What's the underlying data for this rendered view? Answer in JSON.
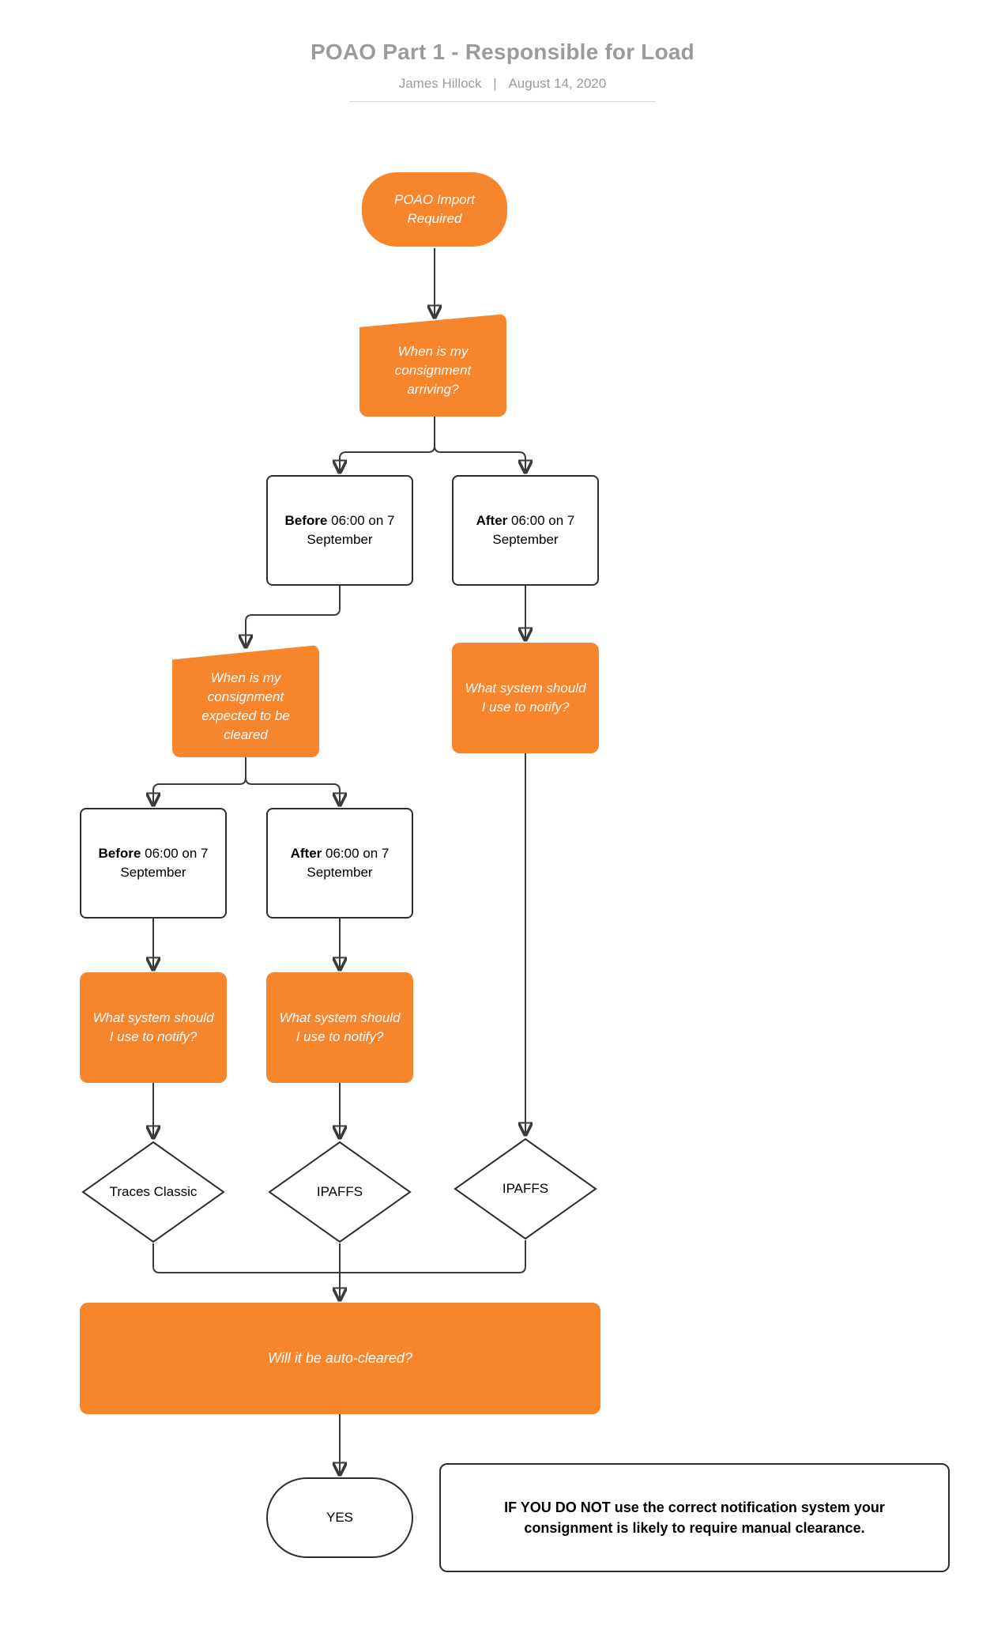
{
  "header": {
    "title": "POAO Part 1 - Responsible for Load",
    "author": "James Hillock",
    "divider": "|",
    "date": "August 14, 2020"
  },
  "nodes": {
    "start": "POAO Import Required",
    "arriving_question": "When is my consignment arriving?",
    "before_bold": "Before",
    "after_bold": "After",
    "datetime": "06:00 on 7 September",
    "cleared_question": "When is my consignment expected to be cleared",
    "notify_question": "What system should I use to notify?",
    "traces": "Traces Classic",
    "ipaffs": "IPAFFS",
    "auto_cleared_question": "Will it be auto-cleared?",
    "yes": "YES",
    "note": "IF YOU DO NOT use the correct notification system your consignment is likely to require manual clearance."
  },
  "colors": {
    "accent_orange": "#F7852C",
    "shape_border": "#2E2E2E",
    "connector": "#3A3A3A",
    "title_gray": "#9B9B9B"
  }
}
